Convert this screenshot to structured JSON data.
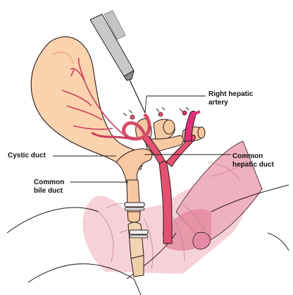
{
  "labels": {
    "right_hepatic_artery": {
      "line1": "Right hepatic",
      "line2": "artery"
    },
    "cystic_duct": {
      "line1": "Cystic duct"
    },
    "common_hepatic_duct": {
      "line1": "Common",
      "line2": "hepatic duct"
    },
    "common_bile_duct": {
      "line1": "Common",
      "line2": "bile duct"
    }
  },
  "colors": {
    "gallbladder": "#fbd3ae",
    "duct": "#f7c9a2",
    "artery": "#e25270",
    "artery_bright": "#e0307a",
    "tissue": "#f1b7c0",
    "tissue_dark": "#e38aa0",
    "instrument": "#c8c8c8",
    "clip": "#f2f2f2",
    "outline": "#2a1a1a"
  }
}
